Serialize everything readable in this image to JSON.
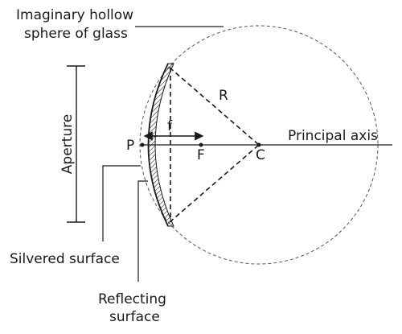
{
  "labels": {
    "sphere_line1": "Imaginary hollow",
    "sphere_line2": "sphere of glass",
    "aperture": "Aperture",
    "radius": "R",
    "focal_length": "f",
    "pole": "P",
    "focus": "F",
    "center": "C",
    "principal_axis": "Principal axis",
    "silvered_surface": "Silvered surface",
    "reflecting_line1": "Reflecting",
    "reflecting_line2": "surface"
  },
  "colors": {
    "ink": "#1a1a1a",
    "background": "#ffffff"
  }
}
